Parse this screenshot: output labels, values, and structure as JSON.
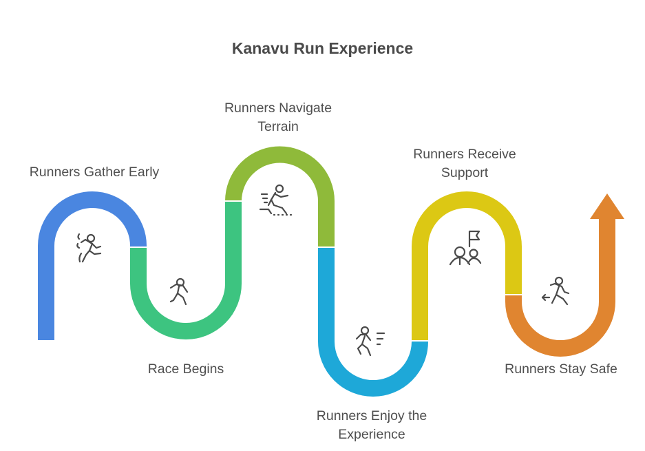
{
  "title": "Kanavu Run Experience",
  "steps": [
    {
      "label": "Runners Gather Early",
      "icon": "runner-icon",
      "color": "#4a86e0"
    },
    {
      "label": "Race Begins",
      "icon": "running-person-icon",
      "color": "#3dc480"
    },
    {
      "label": "Runners Navigate Terrain",
      "icon": "runner-jumping-terrain-icon",
      "color": "#8fba3a"
    },
    {
      "label": "Runners Enjoy the Experience",
      "icon": "runner-speed-icon",
      "color": "#1ea8d8"
    },
    {
      "label": "Runners Receive Support",
      "icon": "people-flag-icon",
      "color": "#dcc814"
    },
    {
      "label": "Runners Stay Safe",
      "icon": "runner-exit-icon",
      "color": "#e08530"
    }
  ],
  "labels_lines": {
    "s1": [
      "Runners Gather Early"
    ],
    "s2": [
      "Race Begins"
    ],
    "s3": [
      "Runners Navigate",
      "Terrain"
    ],
    "s4": [
      "Runners Enjoy the",
      "Experience"
    ],
    "s5": [
      "Runners Receive",
      "Support"
    ],
    "s6": [
      "Runners Stay Safe"
    ]
  }
}
